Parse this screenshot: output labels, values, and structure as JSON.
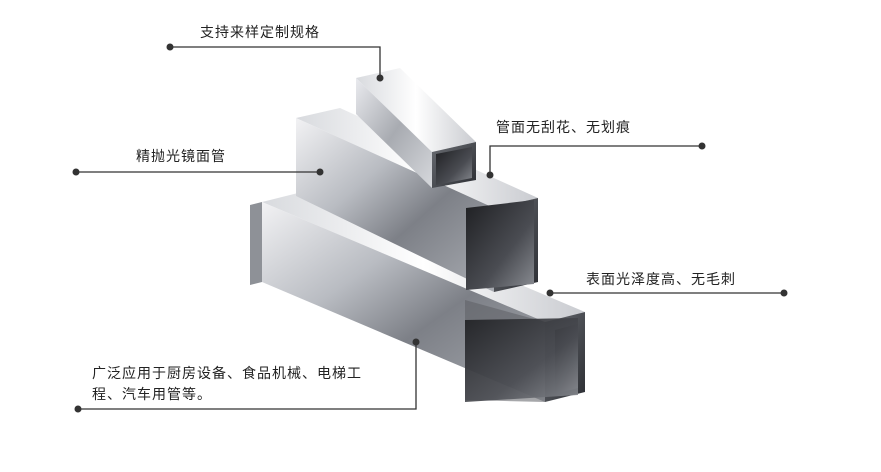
{
  "callouts": {
    "custom_specs": "支持来样定制规格",
    "no_scratches": "管面无刮花、无划痕",
    "mirror_polished": "精抛光镜面管",
    "high_gloss": "表面光泽度高、无毛刺",
    "applications_line1": "广泛应用于厨房设备、食品机械、电梯工",
    "applications_line2": "程、汽车用管等。"
  },
  "colors": {
    "line": "#333333",
    "dot": "#333333",
    "text": "#222222"
  }
}
